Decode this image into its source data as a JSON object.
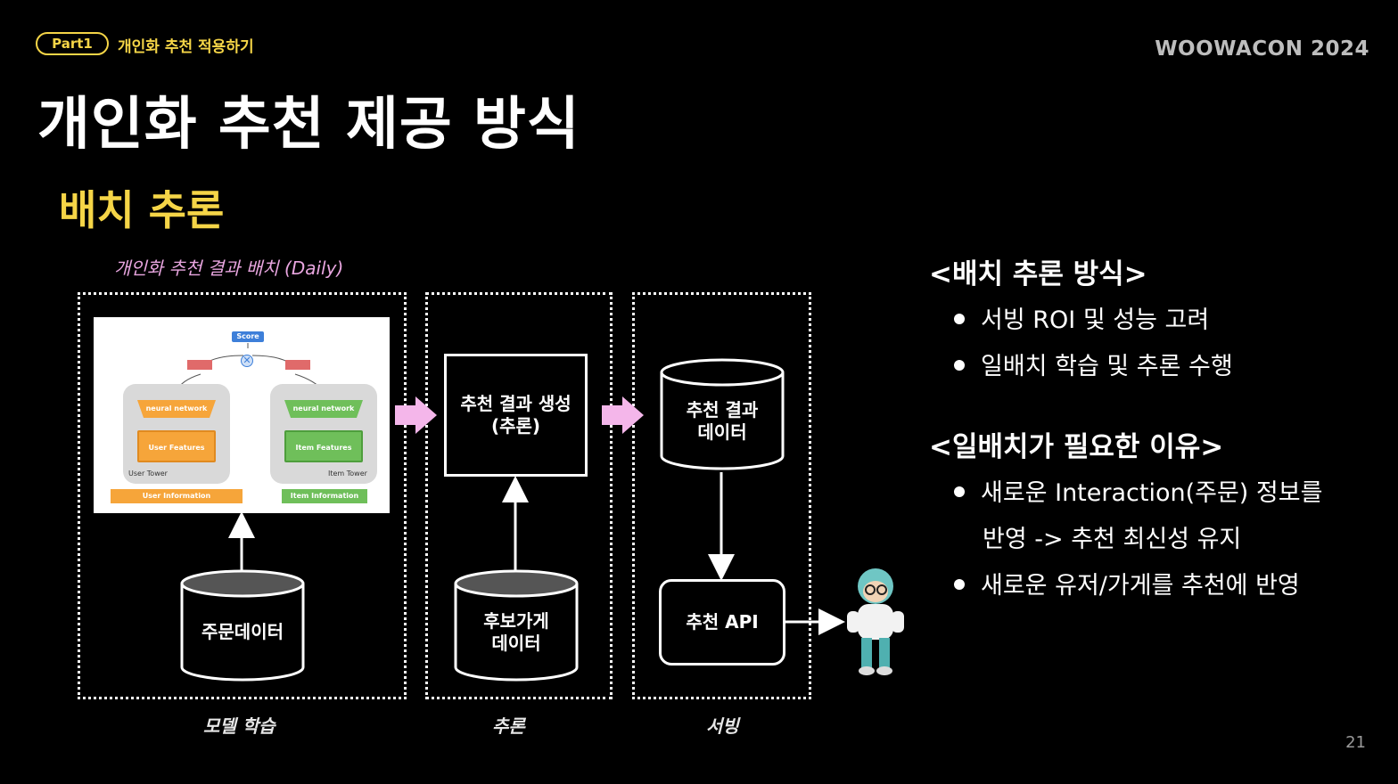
{
  "header": {
    "part_badge": "Part1",
    "breadcrumb": "개인화 추천 적용하기",
    "brand": "WOOWACON 2024",
    "title": "개인화 추천 제공 방식",
    "subtitle": "배치 추론",
    "page_number": "21"
  },
  "diagram": {
    "caption": "개인화 추천 결과 배치 (Daily)",
    "model": {
      "score": "Score",
      "user_nn": "neural network",
      "item_nn": "neural network",
      "user_features": "User Features",
      "item_features": "Item Features",
      "user_tower": "User Tower",
      "item_tower": "Item Tower",
      "user_info": "User Information",
      "item_info": "Item Information"
    },
    "order_data": "주문데이터",
    "inference_box": "추천 결과 생성\n(추론)",
    "candidate_data": "후보가게\n데이터",
    "result_data": "추천 결과\n데이터",
    "api_box": "추천 API",
    "panel_labels": {
      "train": "모델 학습",
      "inference": "추론",
      "serving": "서빙"
    }
  },
  "right": {
    "heading1": "<배치 추론 방식>",
    "bullets1": [
      "서빙 ROI 및 성능 고려",
      "일배치 학습 및 추론 수행"
    ],
    "heading2": "<일배치가 필요한 이유>",
    "bullets2_first": "새로운 Interaction(주문) 정보를",
    "bullets2_first_cont": "반영 -> 추천 최신성 유지",
    "bullets2_second": "새로운 유저/가게를 추천에 반영"
  },
  "colors": {
    "accent_yellow": "#f5d547",
    "caption_pink": "#e9a6e0",
    "arrow_pink": "#f4b6ea",
    "orange": "#f6a53a",
    "green": "#6fbf5a",
    "score_blue": "#3d7fd9",
    "red_block": "#e06a6a"
  },
  "icons": [
    "pink-arrow-icon",
    "character-icon"
  ]
}
